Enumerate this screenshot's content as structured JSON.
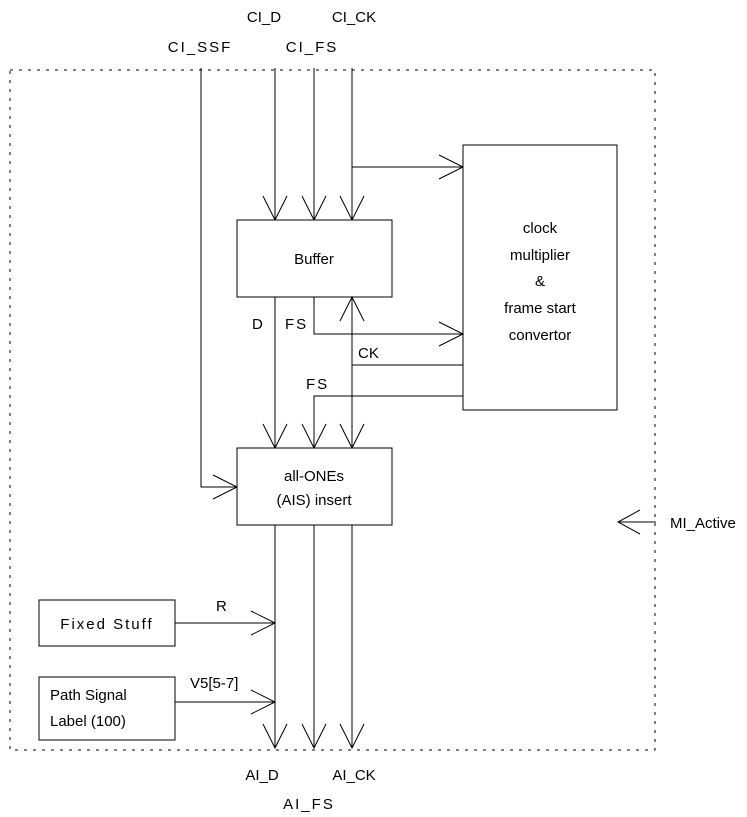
{
  "signals": {
    "ci_d": "CI_D",
    "ci_ck": "CI_CK",
    "ci_ssf": "CI_SSF",
    "ci_fs": "CI_FS",
    "ai_d": "AI_D",
    "ai_ck": "AI_CK",
    "ai_fs": "AI_FS",
    "mi_active": "MI_Active"
  },
  "blocks": {
    "buffer": "Buffer",
    "clock_conv": [
      "clock",
      "multiplier",
      "&",
      "frame start",
      "convertor"
    ],
    "ais_insert": [
      "all-ONEs",
      "(AIS) insert"
    ],
    "fixed_stuff": "Fixed Stuff",
    "path_signal_label": [
      "Path Signal",
      "Label (100)"
    ]
  },
  "wire_labels": {
    "d": "D",
    "fs_buffer": "FS",
    "ck": "CK",
    "fs_clock": "FS",
    "r": "R",
    "v5": "V5[5-7]"
  }
}
